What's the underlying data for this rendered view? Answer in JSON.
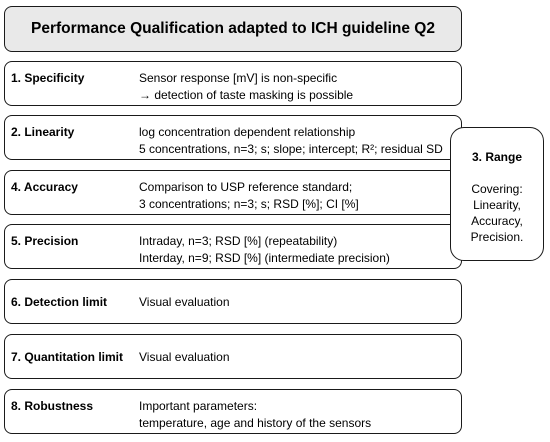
{
  "title": "Performance Qualification adapted to ICH guideline Q2",
  "rows": [
    {
      "label": "1. Specificity",
      "lines": [
        "Sensor response [mV] is non-specific",
        "→ detection of taste masking is possible"
      ]
    },
    {
      "label": "2. Linearity",
      "lines": [
        "log concentration dependent relationship",
        "5 concentrations, n=3; s; slope; intercept; R²; residual SD"
      ]
    },
    {
      "label": "4. Accuracy",
      "lines": [
        "Comparison to USP reference standard;",
        "3 concentrations; n=3; s; RSD [%]; CI [%]"
      ]
    },
    {
      "label": "5. Precision",
      "lines": [
        "Intraday, n=3; RSD [%] (repeatability)",
        "Interday, n=9; RSD [%] (intermediate precision)"
      ]
    },
    {
      "label": "6. Detection limit",
      "lines": [
        "Visual evaluation"
      ]
    },
    {
      "label": "7. Quantitation limit",
      "lines": [
        "Visual evaluation"
      ]
    },
    {
      "label": "8. Robustness",
      "lines": [
        "Important parameters:",
        "temperature, age and history of the sensors"
      ]
    }
  ],
  "range": {
    "label": "3. Range",
    "lines": [
      "Covering:",
      "Linearity,",
      "Accuracy,",
      "Precision."
    ]
  }
}
